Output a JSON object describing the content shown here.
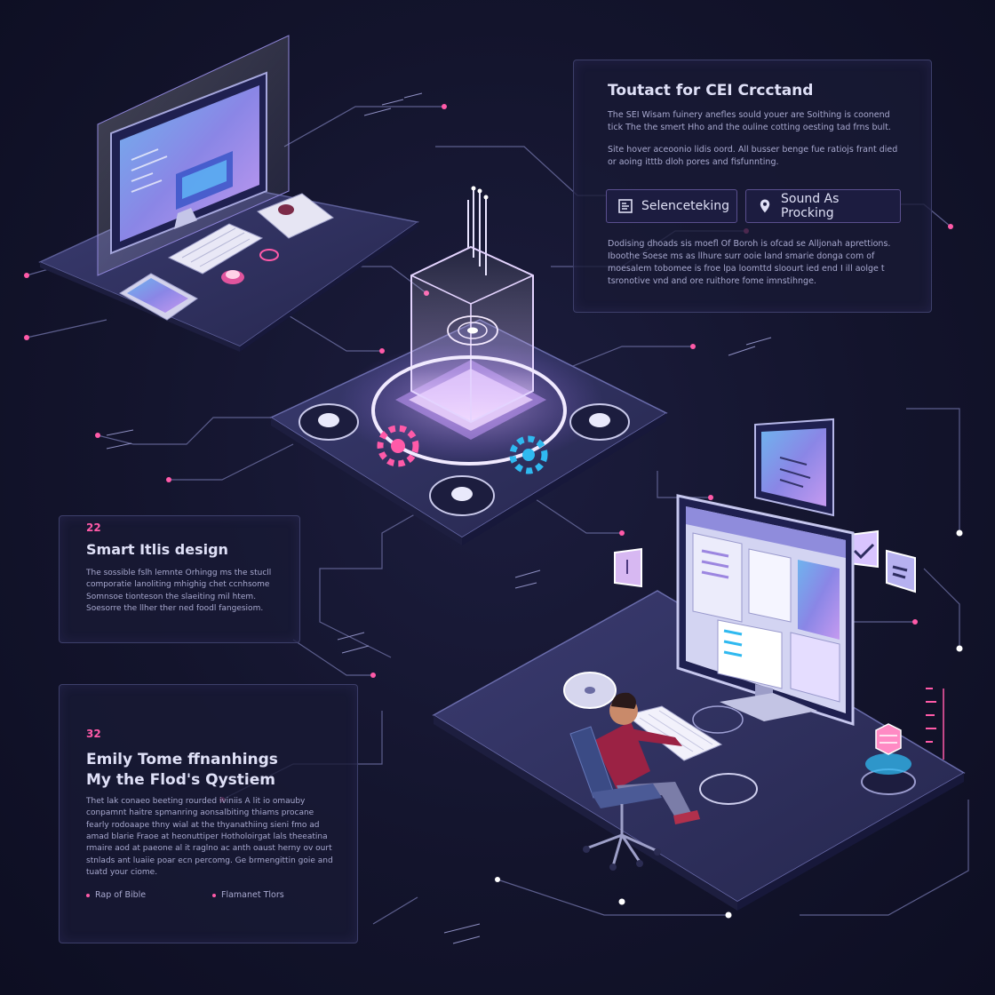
{
  "top_panel": {
    "title": "Toutact for CEI Crcctand",
    "para1": "The SEI Wisam fuinery anefles sould youer are Soithing is coonend tick The the smert Hho and the ouline cotting oesting tad frns bult.",
    "para2": "Site hover aceoonio lidis oord. All busser benge fue ratiojs frant died or aoing itttb dloh pores and fisfunnting.",
    "button_selecting": "Selenceteking",
    "button_sound": "Sound As Procking",
    "para3": "Dodising dhoads sis moefl Of Boroh is ofcad se Alljonah aprettions. Iboothe Soese ms as llhure surr ooie land smarie donga com of moesalem tobomee is froe lpa loomttd sloourt ied end I ill aolge t tsronotive vnd and ore ruithore fome imnstihnge."
  },
  "mid_panel": {
    "number": "22",
    "title": "Smart Itlis design",
    "body": "The sossible fslh lemnte Orhingg ms the stucll comporatie lanoliting mhighig chet ccnhsome Somnsoe tionteson the slaeiting mil htem. Soesorre the llher ther ned foodl fangesiom."
  },
  "bottom_panel": {
    "number": "32",
    "title_line1": "Emily Tome ffnanhings",
    "title_line2": "My the Flod's Qystiem",
    "body": "Thet lak conaeo beeting rourded iviniis A lit io omauby conpamnt haitre spmanring aonsalbiting thiams procane fearly rodoaape thny wial at the thyanathiing sieni fmo ad amad blarie Fraoe at heonuttiper Hotholoirgat lals theeatina rmaire aod at paeone al it raglno ac anth oaust herny ov ourt stnlads ant luaiie poar ecn percomg. Ge brmengittin goie and tuatd your ciome.",
    "link1": "Rap of Bible",
    "link2": "Flamanet Tlors"
  },
  "colors": {
    "background": "#13142c",
    "panel_border": "#3d3f6a",
    "accent_pink": "#ff5aa8",
    "accent_cyan": "#2fb9f0",
    "accent_violet": "#b58af5",
    "platform": "#2f3060"
  },
  "icons": [
    "document-icon",
    "location-pin-icon",
    "gear-icon",
    "checkmark-icon",
    "monitor-icon",
    "person-icon",
    "chair-icon"
  ]
}
